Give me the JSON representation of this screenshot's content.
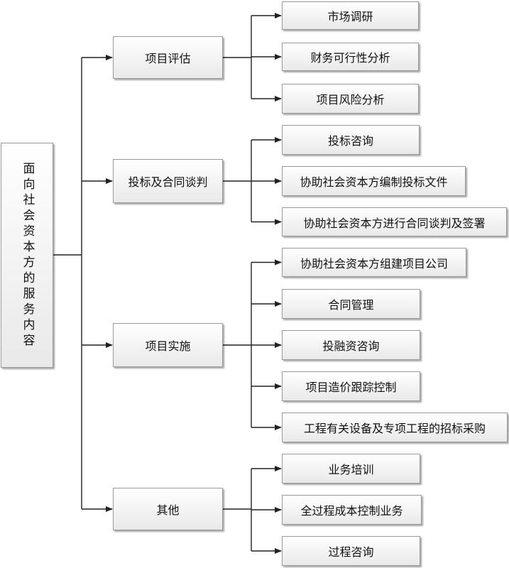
{
  "root": {
    "label": "面向社会资本方的服务内容"
  },
  "groups": [
    {
      "label": "项目评估",
      "items": [
        "市场调研",
        "财务可行性分析",
        "项目风险分析"
      ]
    },
    {
      "label": "投标及合同谈判",
      "items": [
        "投标咨询",
        "协助社会资本方编制投标文件",
        "协助社会资本方进行合同谈判及签署"
      ]
    },
    {
      "label": "项目实施",
      "items": [
        "协助社会资本方组建项目公司",
        "合同管理",
        "投融资咨询",
        "项目造价跟踪控制",
        "工程有关设备及专项工程的招标采购"
      ]
    },
    {
      "label": "其他",
      "items": [
        "业务培训",
        "全过程成本控制业务",
        "过程咨询"
      ]
    }
  ],
  "colors": {
    "line": "#222222",
    "border": "#9a9a9a"
  }
}
